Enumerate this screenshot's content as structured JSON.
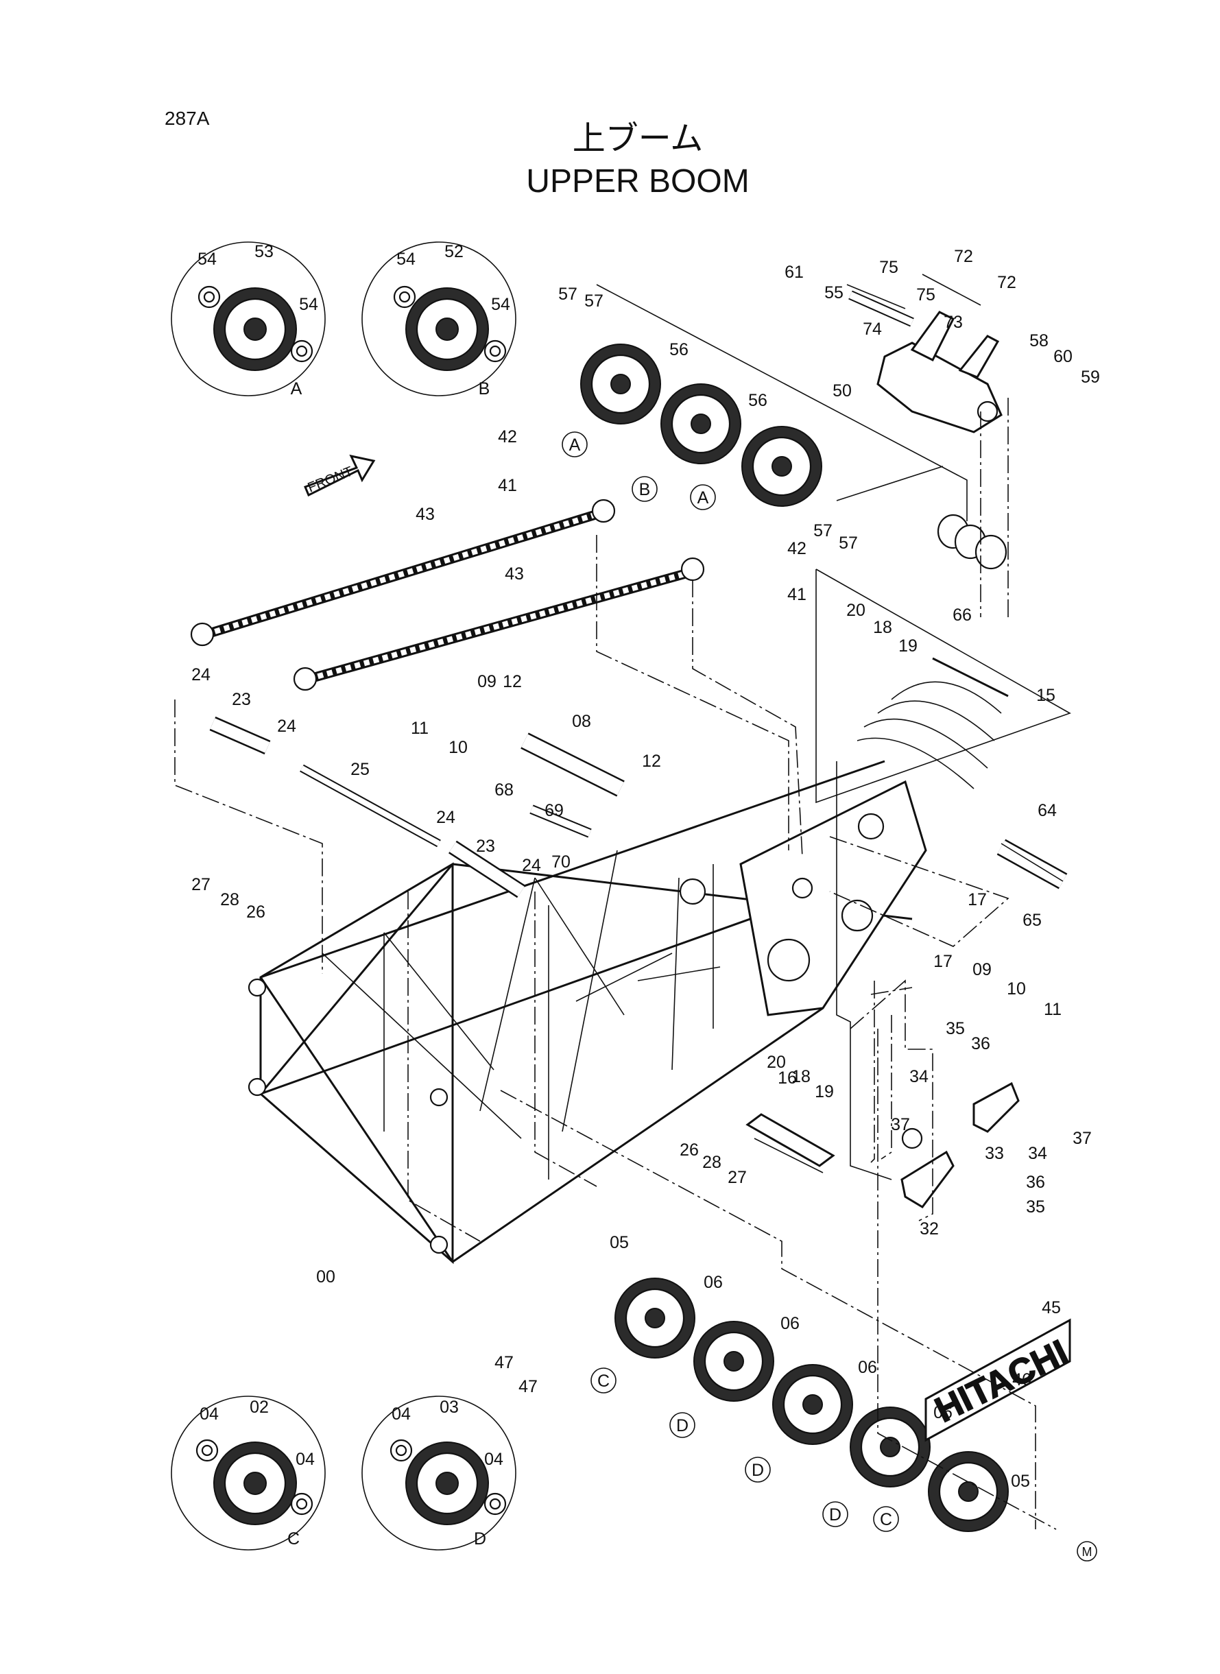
{
  "page_code": "287A",
  "title_ja": "上ブーム",
  "title_en": "UPPER BOOM",
  "front_label": "FRONT",
  "brand_plate_text": "HITACHI",
  "corner_mark": "M",
  "detail_callouts": {
    "A": "A",
    "B": "B",
    "C": "C",
    "D": "D"
  },
  "detail_views": [
    {
      "letter": "A",
      "labels": [
        "54",
        "53",
        "54"
      ]
    },
    {
      "letter": "B",
      "labels": [
        "54",
        "52",
        "54"
      ]
    },
    {
      "letter": "C",
      "labels": [
        "04",
        "02",
        "04"
      ]
    },
    {
      "letter": "D",
      "labels": [
        "04",
        "03",
        "04"
      ]
    }
  ],
  "part_labels": {
    "p00": "00",
    "p05a": "05",
    "p05b": "05",
    "p06a": "06",
    "p06b": "06",
    "p06c": "06",
    "p06d": "06",
    "p08": "08",
    "p09a": "09",
    "p09b": "09",
    "p10a": "10",
    "p10b": "10",
    "p11a": "11",
    "p11b": "11",
    "p12a": "12",
    "p12b": "12",
    "p15": "15",
    "p16": "16",
    "p17a": "17",
    "p17b": "17",
    "p18a": "18",
    "p18b": "18",
    "p19a": "19",
    "p19b": "19",
    "p20a": "20",
    "p20b": "20",
    "p23a": "23",
    "p23b": "23",
    "p24a": "24",
    "p24b": "24",
    "p24c": "24",
    "p24d": "24",
    "p25": "25",
    "p26a": "26",
    "p26b": "26",
    "p27a": "27",
    "p27b": "27",
    "p28a": "28",
    "p28b": "28",
    "p32": "32",
    "p33": "33",
    "p34a": "34",
    "p34b": "34",
    "p35a": "35",
    "p35b": "35",
    "p36a": "36",
    "p36b": "36",
    "p37a": "37",
    "p37b": "37",
    "p41a": "41",
    "p41b": "41",
    "p42a": "42",
    "p42b": "42",
    "p43a": "43",
    "p43b": "43",
    "p45": "45",
    "p46": "46",
    "p47a": "47",
    "p47b": "47",
    "p50": "50",
    "p55": "55",
    "p56a": "56",
    "p56b": "56",
    "p57a": "57",
    "p57b": "57",
    "p57c": "57",
    "p57d": "57",
    "p58": "58",
    "p59": "59",
    "p60": "60",
    "p61": "61",
    "p64": "64",
    "p65": "65",
    "p66": "66",
    "p68": "68",
    "p69": "69",
    "p70": "70",
    "p72a": "72",
    "p72b": "72",
    "p73": "73",
    "p74": "74",
    "p75a": "75",
    "p75b": "75"
  }
}
